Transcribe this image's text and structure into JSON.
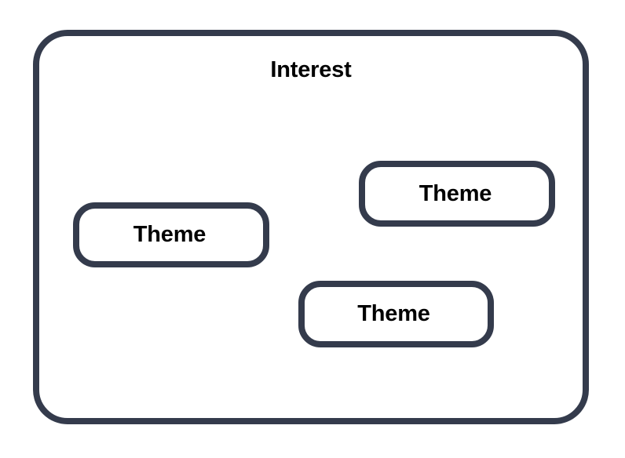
{
  "diagram": {
    "type": "nested-grouping-diagram",
    "background_color": "#ffffff",
    "stroke_color": "#343b4c",
    "text_color": "#000000",
    "group": {
      "label": "Interest",
      "name": "interest-group"
    },
    "nodes": [
      {
        "label": "Theme",
        "name": "theme-node-1"
      },
      {
        "label": "Theme",
        "name": "theme-node-2"
      },
      {
        "label": "Theme",
        "name": "theme-node-3"
      }
    ]
  }
}
